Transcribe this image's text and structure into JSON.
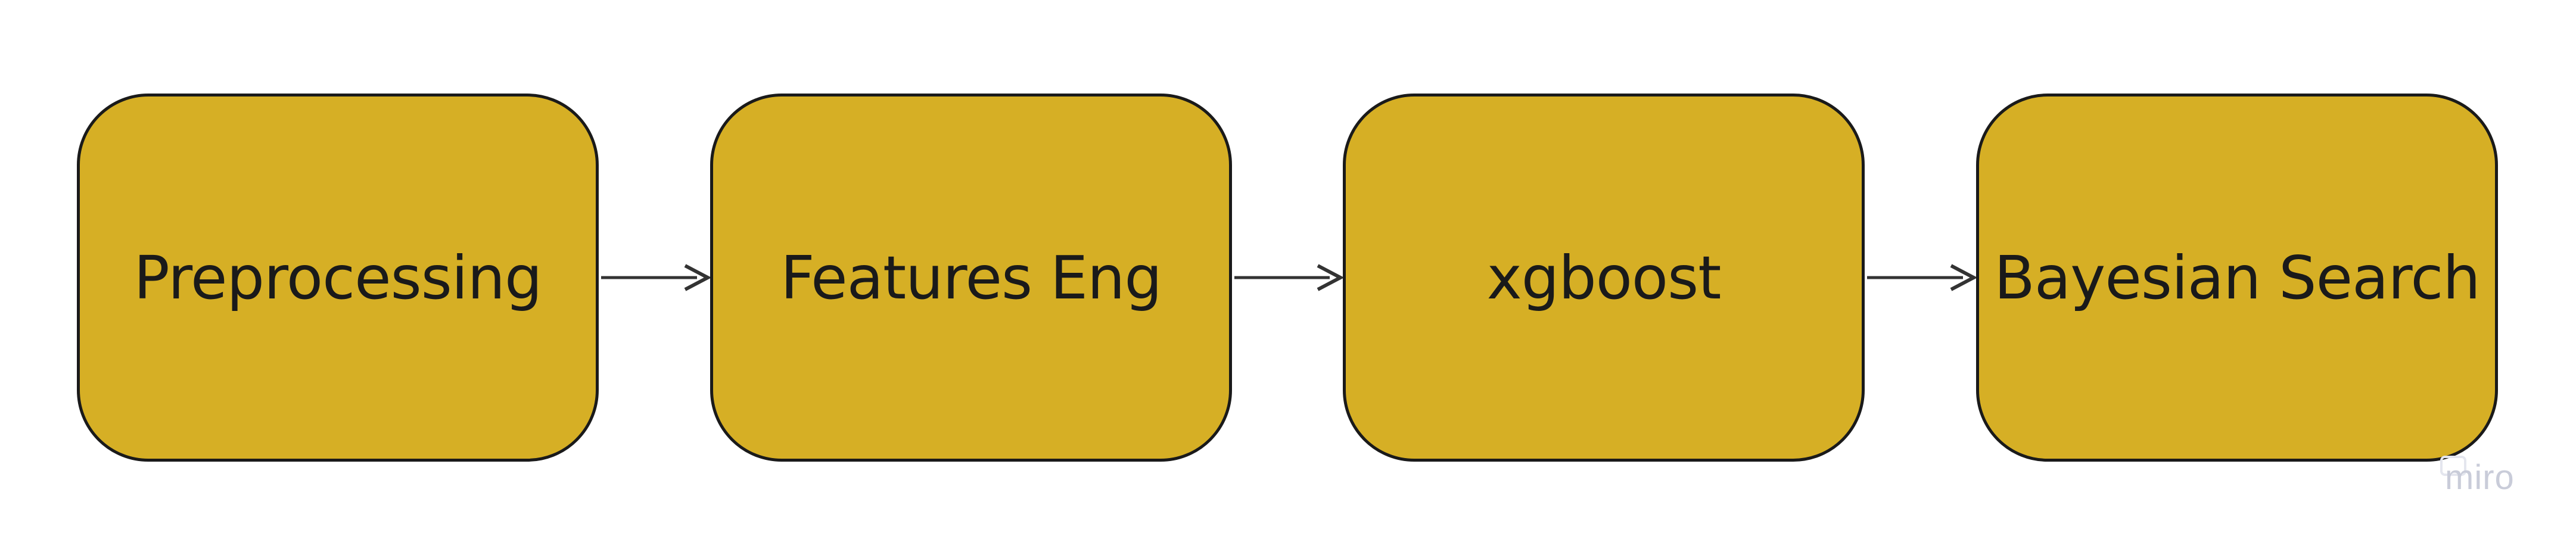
{
  "diagram": {
    "nodes": [
      {
        "label": "Preprocessing"
      },
      {
        "label": "Features Eng"
      },
      {
        "label": "xgboost"
      },
      {
        "label": "Bayesian Search"
      }
    ],
    "edges": [
      {
        "from": "Preprocessing",
        "to": "Features Eng"
      },
      {
        "from": "Features Eng",
        "to": "xgboost"
      },
      {
        "from": "xgboost",
        "to": "Bayesian Search"
      }
    ]
  },
  "watermark": {
    "text": "miro"
  },
  "colors": {
    "node_fill": "#d6af25",
    "node_border": "#1a1a1a",
    "text": "#1a1a1a",
    "arrow": "#333333",
    "watermark": "#c9ccd9"
  }
}
